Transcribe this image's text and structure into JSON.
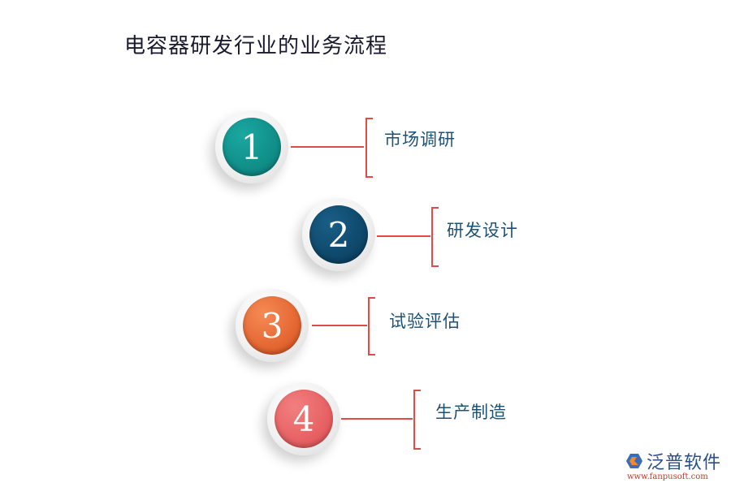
{
  "title": "电容器研发行业的业务流程",
  "steps": [
    {
      "number": "1",
      "label": "市场调研",
      "color": "#12958f",
      "color_dark": "#0a7d78"
    },
    {
      "number": "2",
      "label": "研发设计",
      "color": "#0f4a6e",
      "color_dark": "#073a5a"
    },
    {
      "number": "3",
      "label": "试验评估",
      "color": "#f0743c",
      "color_dark": "#d9501c"
    },
    {
      "number": "4",
      "label": "生产制造",
      "color": "#ef6a6a",
      "color_dark": "#e04e52"
    }
  ],
  "connector_color": "#e04b48",
  "logo": {
    "name": "泛普软件",
    "url": "www.fanpusoft.com"
  }
}
